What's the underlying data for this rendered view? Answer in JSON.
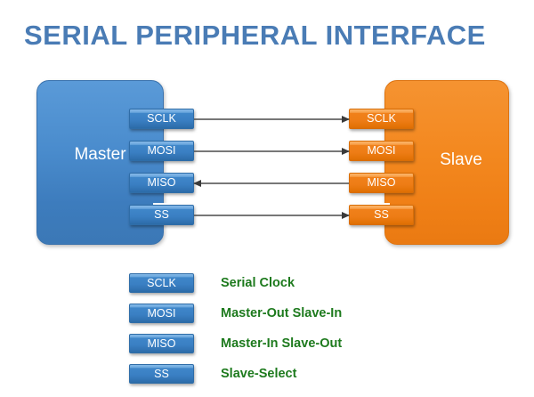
{
  "title": "SERIAL PERIPHERAL INTERFACE",
  "colors": {
    "title_blue": "#4a7cb5",
    "master_blue": "#4a8ccd",
    "slave_orange": "#f3881f",
    "legend_green": "#1d7a1d",
    "wire_gray": "#4a4a4a",
    "background": "#ffffff"
  },
  "master": {
    "label": "Master",
    "pins": [
      {
        "name": "SCLK",
        "overline": false
      },
      {
        "name": "MOSI",
        "overline": false
      },
      {
        "name": "MISO",
        "overline": false
      },
      {
        "name": "SS",
        "overline": true
      }
    ]
  },
  "slave": {
    "label": "Slave",
    "pins": [
      {
        "name": "SCLK",
        "overline": false
      },
      {
        "name": "MOSI",
        "overline": false
      },
      {
        "name": "MISO",
        "overline": false
      },
      {
        "name": "SS",
        "overline": true
      }
    ]
  },
  "connections": [
    {
      "signal": "SCLK",
      "direction": "master-to-slave"
    },
    {
      "signal": "MOSI",
      "direction": "master-to-slave"
    },
    {
      "signal": "MISO",
      "direction": "slave-to-master"
    },
    {
      "signal": "SS",
      "direction": "master-to-slave"
    }
  ],
  "legend": [
    {
      "chip": "SCLK",
      "overline": false,
      "description": "Serial Clock"
    },
    {
      "chip": "MOSI",
      "overline": false,
      "description": "Master-Out Slave-In"
    },
    {
      "chip": "MISO",
      "overline": false,
      "description": "Master-In Slave-Out"
    },
    {
      "chip": "SS",
      "overline": true,
      "description": "Slave-Select"
    }
  ]
}
